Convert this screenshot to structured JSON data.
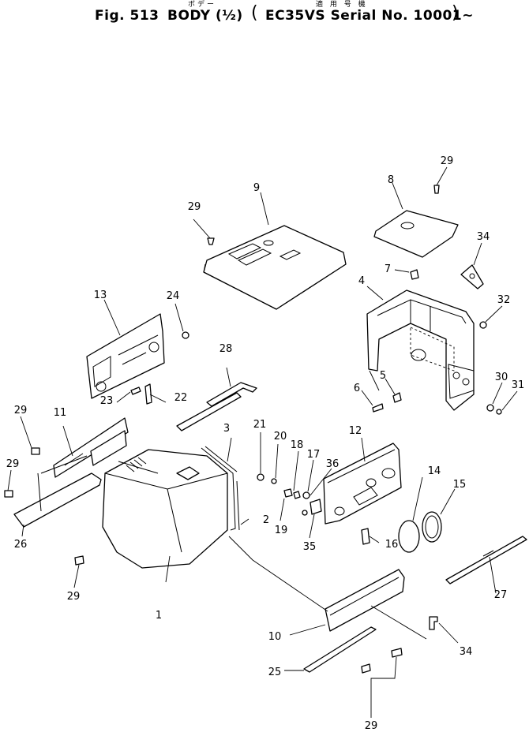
{
  "header": {
    "jp_body": "ボデー",
    "jp_applicable": "適 用 号 機",
    "fig_label": "Fig. 513",
    "title": "BODY (½)",
    "open_paren": "(",
    "serial": "EC35VS Serial No. 10001~",
    "close_paren": ")"
  },
  "callouts": [
    "1",
    "2",
    "3",
    "4",
    "5",
    "6",
    "7",
    "8",
    "9",
    "10",
    "11",
    "12",
    "13",
    "14",
    "15",
    "16",
    "17",
    "18",
    "19",
    "20",
    "21",
    "22",
    "23",
    "24",
    "25",
    "26",
    "27",
    "28",
    "29",
    "29",
    "29",
    "29",
    "29",
    "29",
    "30",
    "31",
    "32",
    "34",
    "34",
    "35",
    "36"
  ]
}
